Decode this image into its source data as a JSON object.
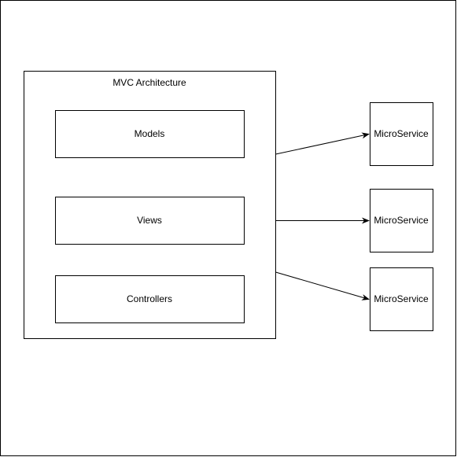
{
  "diagram": {
    "container": {
      "title": "MVC Architecture"
    },
    "components": [
      {
        "label": "Models"
      },
      {
        "label": "Views"
      },
      {
        "label": "Controllers"
      }
    ],
    "services": [
      {
        "label": "MicroService"
      },
      {
        "label": "MicroService"
      },
      {
        "label": "MicroService"
      }
    ]
  },
  "colors": {
    "stroke": "#000000",
    "fill": "#ffffff"
  }
}
